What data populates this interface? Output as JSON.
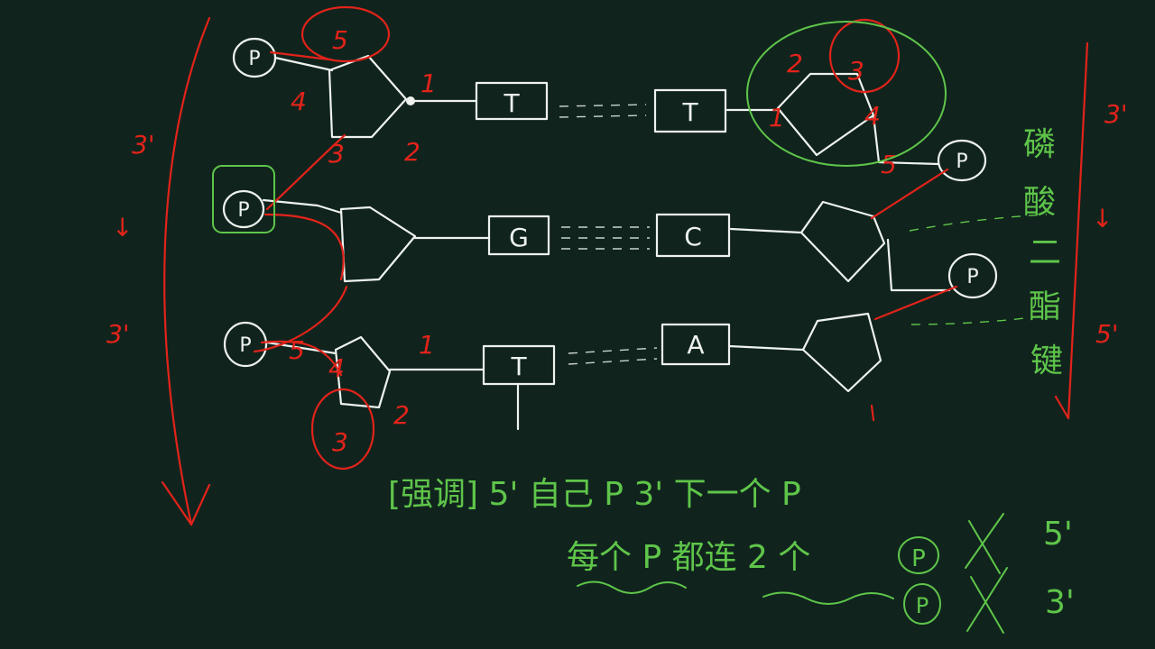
{
  "left_strand": {
    "phosphates": [
      "P",
      "P",
      "P"
    ],
    "bases": [
      "T",
      "G",
      "T"
    ],
    "carbon_labels_top": [
      "5",
      "4",
      "3",
      "1",
      "2"
    ],
    "carbon_labels_bottom": [
      "1",
      "2",
      "3",
      "4",
      "5"
    ],
    "direction_labels": [
      "3'",
      "↓",
      "3'"
    ]
  },
  "right_strand": {
    "phosphates": [
      "P",
      "P"
    ],
    "bases": [
      "T",
      "C",
      "A"
    ],
    "carbon_labels_top": [
      "2",
      "3",
      "1",
      "4",
      "5"
    ],
    "direction_labels": [
      "3'",
      "↓",
      "5'"
    ],
    "side_note": [
      "磷",
      "酸",
      "二",
      "酯",
      "键"
    ]
  },
  "notes": {
    "line1": "[强调] 5' 自己 P  3' 下一个 P",
    "line2": "每个 P 都连 2 个",
    "line2_circle": "P",
    "line2_circle2": "P",
    "side_cross": [
      "5'",
      "3'"
    ]
  },
  "colors": {
    "background": "#10241d",
    "chalk_white": "#eef2ee",
    "chalk_red": "#e2231a",
    "chalk_green": "#5fc54a"
  }
}
